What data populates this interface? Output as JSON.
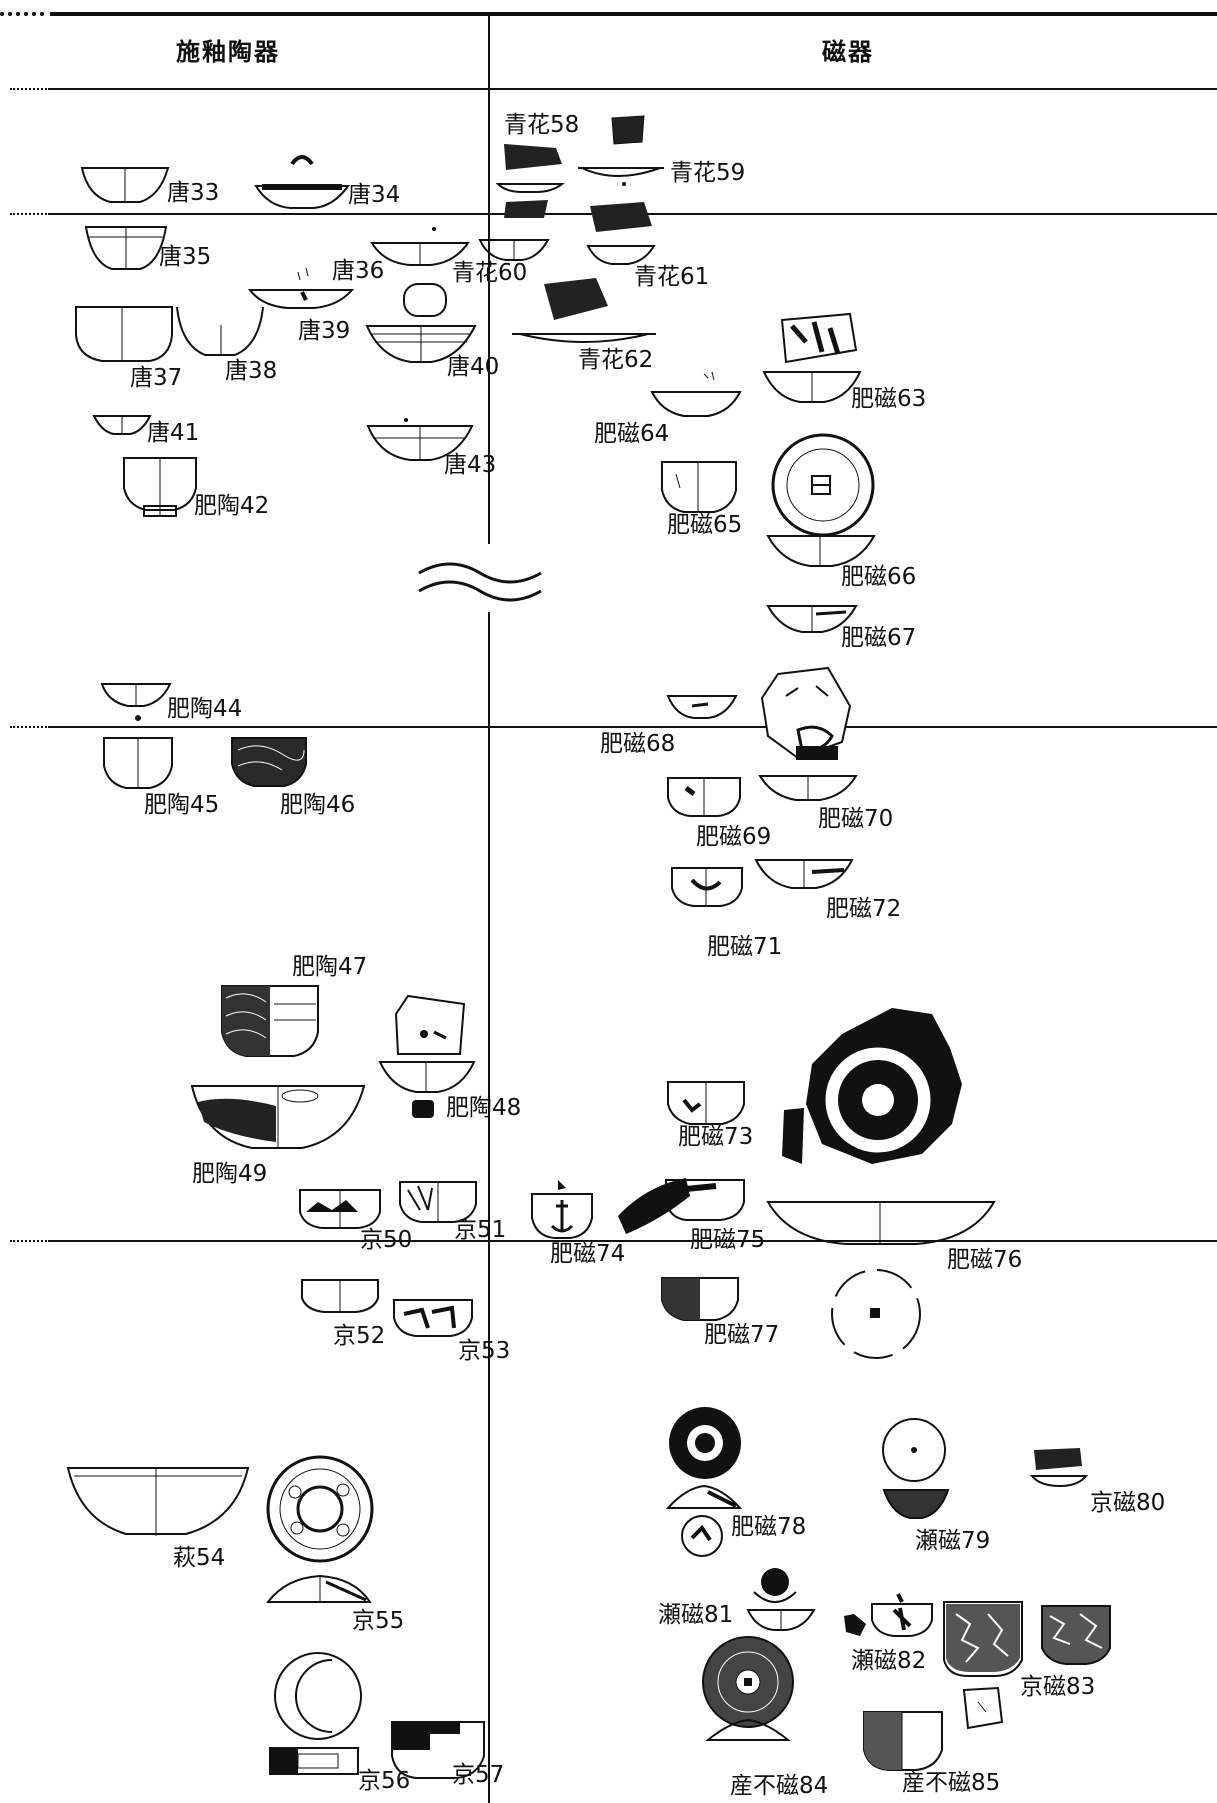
{
  "columns": {
    "left": "施釉陶器",
    "right": "磁器"
  },
  "specimens": {
    "s33": "唐33",
    "s34": "唐34",
    "s35": "唐35",
    "s36": "唐36",
    "s37": "唐37",
    "s38": "唐38",
    "s39": "唐39",
    "s40": "唐40",
    "s41": "唐41",
    "s42": "肥陶42",
    "s43": "唐43",
    "s44": "肥陶44",
    "s45": "肥陶45",
    "s46": "肥陶46",
    "s47": "肥陶47",
    "s48": "肥陶48",
    "s49": "肥陶49",
    "s50": "京50",
    "s51": "京51",
    "s52": "京52",
    "s53": "京53",
    "s54": "萩54",
    "s55": "京55",
    "s56": "京56",
    "s57": "京57",
    "s58": "青花58",
    "s59": "青花59",
    "s60": "青花60",
    "s61": "青花61",
    "s62": "青花62",
    "s63": "肥磁63",
    "s64": "肥磁64",
    "s65": "肥磁65",
    "s66": "肥磁66",
    "s67": "肥磁67",
    "s68": "肥磁68",
    "s69": "肥磁69",
    "s70": "肥磁70",
    "s71": "肥磁71",
    "s72": "肥磁72",
    "s73": "肥磁73",
    "s74": "肥磁74",
    "s75": "肥磁75",
    "s76": "肥磁76",
    "s77": "肥磁77",
    "s78": "肥磁78",
    "s79": "瀬磁79",
    "s80": "京磁80",
    "s81": "瀬磁81",
    "s82": "瀬磁82",
    "s83": "京磁83",
    "s84": "産不磁84",
    "s85": "産不磁85"
  }
}
